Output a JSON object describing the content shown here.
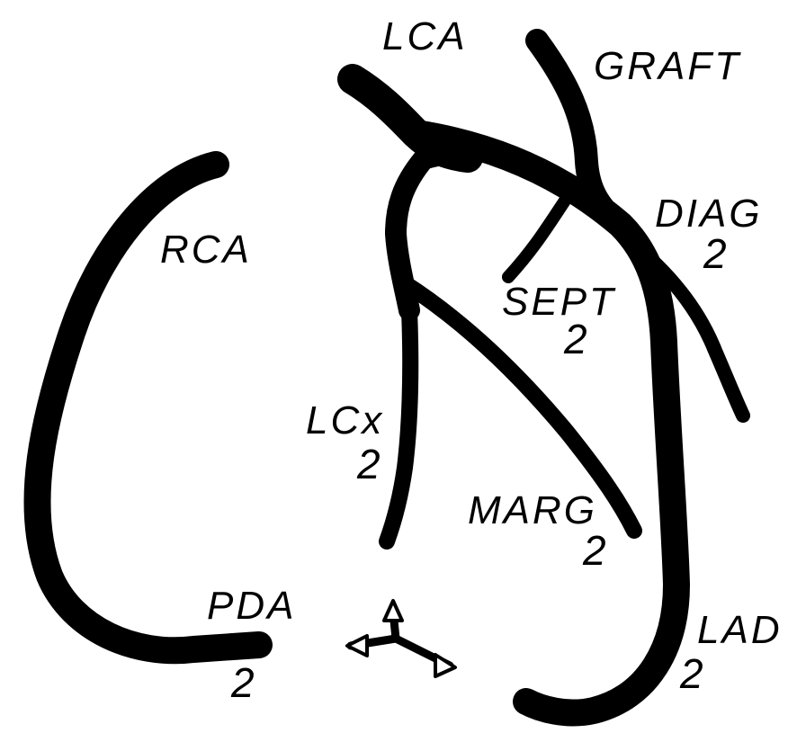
{
  "labels": {
    "lca": "LCA",
    "graft": "GRAFT",
    "rca": "RCA",
    "diag": "DIAG",
    "diag_num": "2",
    "sept": "SEPT",
    "sept_num": "2",
    "lcx": "LCx",
    "lcx_num": "2",
    "marg": "MARG",
    "marg_num": "2",
    "pda": "PDA",
    "pda_num": "2",
    "lad": "LAD",
    "lad_num": "2"
  },
  "colors": {
    "ink": "#000000",
    "background": "#ffffff"
  },
  "icons": {
    "orientation": "orientation-arrows-icon"
  }
}
